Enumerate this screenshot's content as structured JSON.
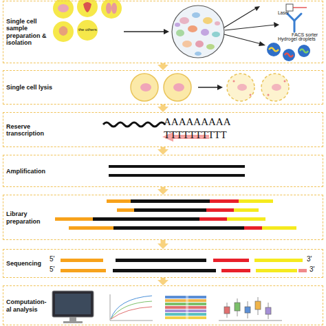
{
  "diagram": {
    "nodes": [
      {
        "text": [
          "Single cell sample preparation & isolation"
        ]
      },
      {
        "text": [
          "Single cell lysis"
        ]
      },
      {
        "text": [
          "Reserve transcription"
        ]
      },
      {
        "text": [
          "Amplification"
        ]
      },
      {
        "text": [
          "Library preparation"
        ]
      },
      {
        "text": [
          "Sequencing"
        ]
      },
      {
        "text": [
          "Computation- al analysis"
        ]
      }
    ],
    "edges": [
      {
        "from": 0,
        "to": 1,
        "arrow": "to"
      },
      {
        "from": 1,
        "to": 2,
        "arrow": "to"
      },
      {
        "from": 2,
        "to": 3,
        "arrow": "to"
      },
      {
        "from": 3,
        "to": 4,
        "arrow": "to"
      },
      {
        "from": 4,
        "to": 5,
        "arrow": "to"
      },
      {
        "from": 5,
        "to": 6,
        "arrow": "to"
      }
    ],
    "labels": [
      "the others",
      "Laser",
      "FACS sorter",
      "Hydrogel droplets",
      "AAAAAAAAA",
      "TTTTTTTTTT",
      "5'",
      "3'",
      "5'",
      "3'"
    ]
  }
}
